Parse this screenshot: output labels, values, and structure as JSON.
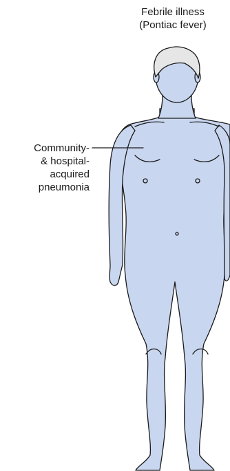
{
  "labels": {
    "top": {
      "line1": "Febrile illness",
      "line2": "(Pontiac fever)"
    },
    "left": {
      "line1": "Community-",
      "line2": "& hospital-",
      "line3": "acquired",
      "line4": "pneumonia"
    }
  },
  "colors": {
    "body_fill": "#c9d6ef",
    "outline": "#1a1a1a",
    "hair": "#e6e6e6"
  }
}
